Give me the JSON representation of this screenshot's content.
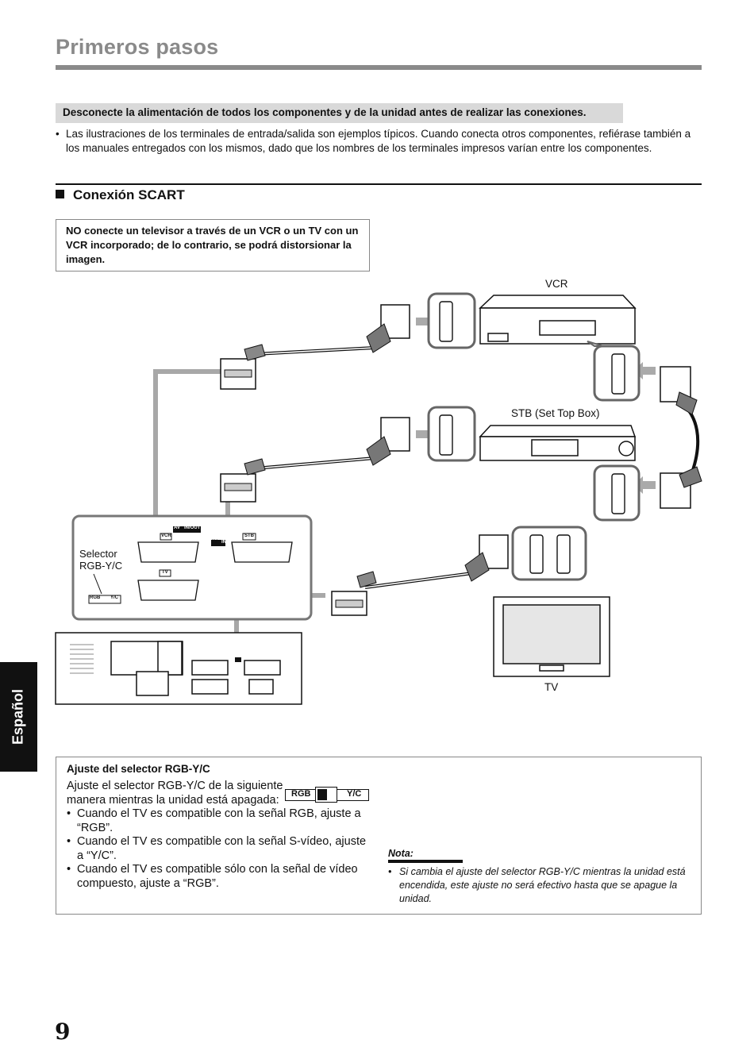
{
  "header": {
    "title": "Primeros pasos"
  },
  "warning": "Desconecte la alimentación de todos los componentes y de la unidad antes de realizar las conexiones.",
  "intro": {
    "bullet": "•",
    "text": "Las ilustraciones de los terminales de entrada/salida son ejemplos típicos. Cuando conecta otros componentes, refiérase también a los manuales entregados con los mismos, dado que los nombres de los terminales impresos varían entre los componentes."
  },
  "section": {
    "title": "Conexión SCART"
  },
  "caution": "NO conecte un televisor a través de un VCR o un TV con un VCR incorporado; de lo contrario, se podrá distorsionar la imagen.",
  "diagram": {
    "vcr_label": "VCR",
    "stb_label": "STB (Set Top Box)",
    "tv_label": "TV",
    "selector_label_1": "Selector",
    "selector_label_2": "RGB-Y/C",
    "panel_av": "AV",
    "panel_inout": "IN/OUT",
    "panel_in": "IN",
    "panel_vcr": "VCR",
    "panel_stb": "STB",
    "panel_tv": "TV",
    "sw_rgb": "RGB",
    "sw_yc": "Y/C"
  },
  "side_tab": "Español",
  "settings_box": {
    "title": "Ajuste del selector RGB-Y/C",
    "intro": "Ajuste el selector RGB-Y/C de la siguiente manera mientras la unidad está apagada:",
    "items": [
      "Cuando el TV es compatible con la señal RGB, ajuste a “RGB”.",
      "Cuando el TV es compatible con la señal S-vídeo, ajuste a “Y/C”.",
      "Cuando el TV es compatible sólo con la señal de vídeo compuesto, ajuste a “RGB”."
    ],
    "switch_rgb": "RGB",
    "switch_yc": "Y/C"
  },
  "note": {
    "title": "Nota:",
    "bullet": "•",
    "text": "Si cambia el ajuste del selector RGB-Y/C mientras la unidad está encendida, este ajuste no será efectivo hasta que se apague la unidad."
  },
  "page_number": "9"
}
